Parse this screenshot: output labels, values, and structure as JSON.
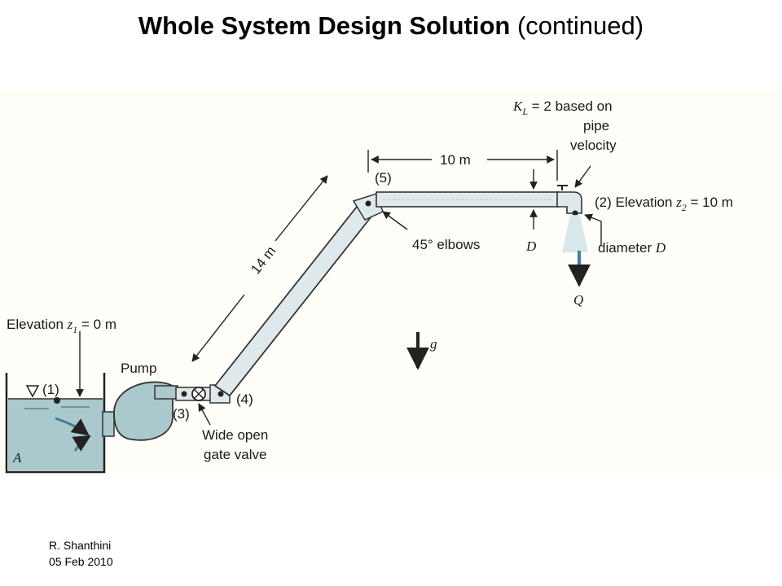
{
  "title": {
    "main": "Whole System Design Solution",
    "sub": "(continued)"
  },
  "diagram": {
    "kl_line1": "K",
    "kl_sub": "L",
    "kl_rest": " = 2 based on",
    "kl_line2": "pipe",
    "kl_line3": "velocity",
    "dim_10m": "10 m",
    "dim_14m": "14 m",
    "pt5": "(5)",
    "pt2": "(2) Elevation ",
    "z2": "z",
    "z2_sub": "2",
    "z2_rest": " = 10 m",
    "elbows": "45° elbows",
    "D_left": "D",
    "diameter": "diameter ",
    "D_right": "D",
    "Q": "Q",
    "g": "g",
    "elev1": "Elevation ",
    "z1": "z",
    "z1_sub": "1",
    "z1_rest": " = 0 m",
    "pump": "Pump",
    "pt1": "(1)",
    "pt3": "(3)",
    "pt4": "(4)",
    "valve1": "Wide open",
    "valve2": "gate valve",
    "tankA": "A"
  },
  "footer": {
    "author": "R. Shanthini",
    "date": "05 Feb 2010"
  },
  "colors": {
    "water": "#a9c9cc",
    "pipe": "#dfe8ea",
    "flow": "#3f7f98",
    "figure_bg": "#fffef8"
  }
}
